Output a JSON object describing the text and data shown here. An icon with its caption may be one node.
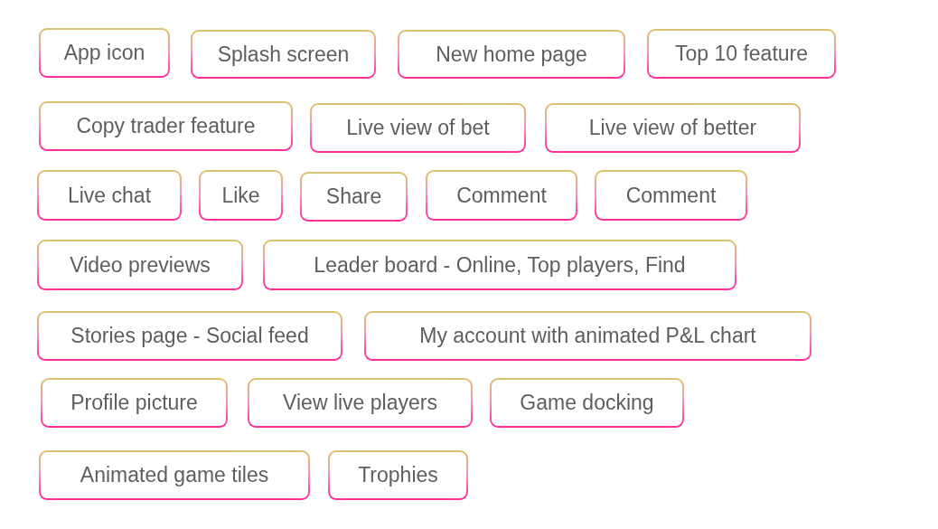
{
  "diagram": {
    "nodes": [
      {
        "text": [
          "App icon"
        ]
      },
      {
        "text": [
          "Splash screen"
        ]
      },
      {
        "text": [
          "New home page"
        ]
      },
      {
        "text": [
          "Top 10 feature"
        ]
      },
      {
        "text": [
          "Copy trader feature"
        ]
      },
      {
        "text": [
          "Live view of bet"
        ]
      },
      {
        "text": [
          "Live view of better"
        ]
      },
      {
        "text": [
          "Live chat"
        ]
      },
      {
        "text": [
          "Like"
        ]
      },
      {
        "text": [
          "Share"
        ]
      },
      {
        "text": [
          "Comment"
        ]
      },
      {
        "text": [
          "Comment"
        ]
      },
      {
        "text": [
          "Video previews"
        ]
      },
      {
        "text": [
          "Leader board - Online, Top players, Find"
        ]
      },
      {
        "text": [
          "Stories page - Social feed"
        ]
      },
      {
        "text": [
          "My account with animated P&L chart"
        ]
      },
      {
        "text": [
          "Profile picture"
        ]
      },
      {
        "text": [
          "View live players"
        ]
      },
      {
        "text": [
          "Game docking"
        ]
      },
      {
        "text": [
          "Animated game tiles"
        ]
      },
      {
        "text": [
          "Trophies"
        ]
      }
    ],
    "edges": []
  }
}
